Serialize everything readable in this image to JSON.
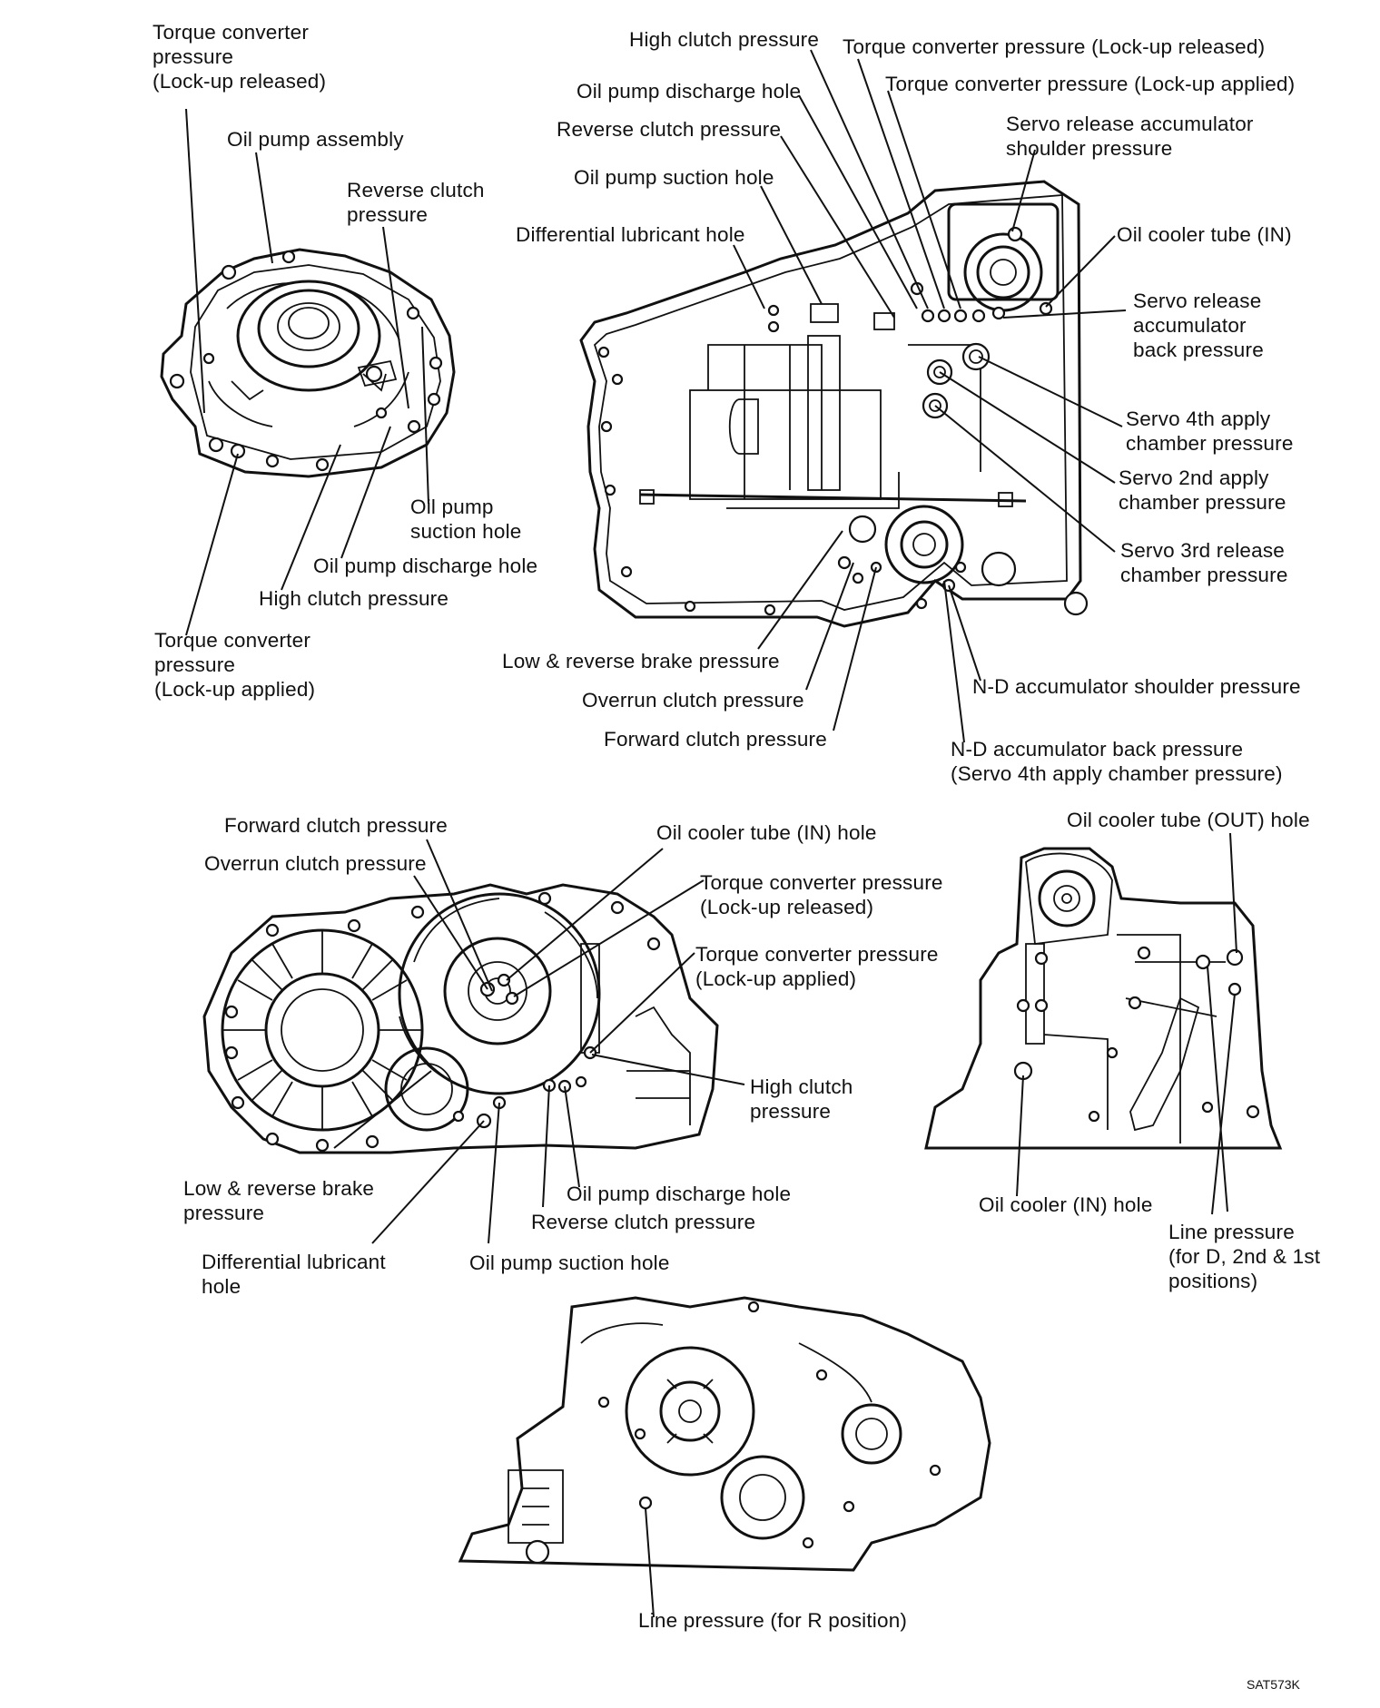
{
  "pump": {
    "tc_released": [
      "Torque converter",
      "pressure",
      "(Lock-up released)"
    ],
    "oil_pump_assembly": "Oil pump assembly",
    "reverse_clutch": [
      "Reverse clutch",
      "pressure"
    ],
    "suction_hole": [
      "Oil pump",
      "suction hole"
    ],
    "discharge_hole": "Oil pump discharge hole",
    "high_clutch": "High clutch pressure",
    "tc_applied": [
      "Torque converter",
      "pressure",
      "(Lock-up applied)"
    ]
  },
  "case_top": {
    "high_clutch": "High clutch pressure",
    "tc_released": "Torque converter pressure (Lock-up released)",
    "discharge_hole": "Oil pump discharge hole",
    "tc_applied": "Torque converter pressure (Lock-up applied)",
    "reverse_clutch": "Reverse clutch pressure",
    "servo_release_shoulder": [
      "Servo release accumulator",
      "shoulder pressure"
    ],
    "suction_hole": "Oil pump suction hole",
    "diff_lube": "Differential lubricant hole",
    "cooler_in": "Oil cooler tube (IN)",
    "servo_release_back": [
      "Servo release",
      "accumulator",
      "back pressure"
    ],
    "servo_4th": [
      "Servo 4th apply",
      "chamber pressure"
    ],
    "servo_2nd": [
      "Servo 2nd apply",
      "chamber pressure"
    ],
    "servo_3rd": [
      "Servo 3rd release",
      "chamber pressure"
    ],
    "low_reverse": "Low & reverse brake pressure",
    "overrun": "Overrun clutch pressure",
    "forward": "Forward clutch pressure",
    "nd_shoulder": "N-D accumulator shoulder pressure",
    "nd_back": [
      "N-D accumulator back pressure",
      "(Servo 4th apply chamber pressure)"
    ]
  },
  "case_front": {
    "forward": "Forward clutch pressure",
    "overrun": "Overrun clutch pressure",
    "cooler_in_hole": "Oil cooler tube (IN) hole",
    "tc_released": [
      "Torque converter pressure",
      "(Lock-up released)"
    ],
    "tc_applied": [
      "Torque converter pressure",
      "(Lock-up applied)"
    ],
    "high_clutch": [
      "High clutch",
      "pressure"
    ],
    "low_reverse": [
      "Low & reverse brake",
      "pressure"
    ],
    "discharge_hole": "Oil pump discharge hole",
    "reverse_clutch": "Reverse clutch pressure",
    "diff_lube": [
      "Differential lubricant",
      "hole"
    ],
    "suction_hole": "Oil pump suction hole"
  },
  "case_side": {
    "cooler_out": "Oil cooler tube (OUT) hole",
    "cooler_in": "Oil cooler (IN) hole",
    "line_d": [
      "Line pressure",
      "(for D, 2nd & 1st",
      "positions)"
    ]
  },
  "case_bottom": {
    "line_r": "Line pressure (for R position)"
  },
  "figure_code": "SAT573K"
}
